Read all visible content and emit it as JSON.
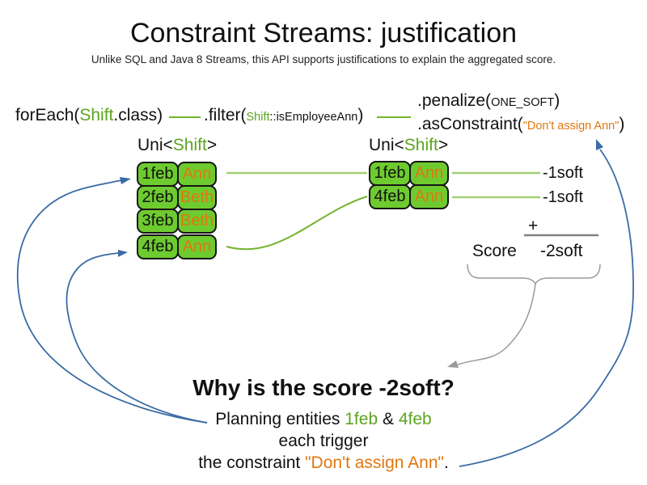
{
  "colors": {
    "green_box": "#6ecb2f",
    "green_text": "#5ba51e",
    "green_line": "#74b42e",
    "green_line_light": "#a3d077",
    "orange_text": "#e0770e",
    "blue_arrow": "#3a6ba5",
    "gray_arrow": "#999999",
    "gray_line": "#808080",
    "text_dark": "#1a1a1a"
  },
  "header": {
    "title": "Constraint Streams: justification",
    "subtitle": "Unlike SQL and Java 8 Streams, this API supports justifications to explain the aggregated score."
  },
  "code": {
    "foreach_pre": "forEach(",
    "foreach_class": "Shift",
    "foreach_post": ".class)",
    "filter_pre": ".filter(",
    "filter_class": "Shift",
    "filter_post": "::isEmployeeAnn",
    "filter_close": ")",
    "penalize_pre": ".penalize(",
    "penalize_arg": "ONE_SOFT",
    "penalize_post": ")",
    "asconstraint_pre": ".asConstraint(",
    "asconstraint_arg": "\"Don't assign Ann\"",
    "asconstraint_post": ")"
  },
  "left_stream": {
    "type_pre": "Uni<",
    "type_name": "Shift",
    "type_post": ">",
    "rows": [
      {
        "date": "1feb",
        "employee": "Ann"
      },
      {
        "date": "2feb",
        "employee": "Beth"
      },
      {
        "date": "3feb",
        "employee": "Beth"
      },
      {
        "date": "4feb",
        "employee": "Ann"
      }
    ]
  },
  "right_stream": {
    "type_pre": "Uni<",
    "type_name": "Shift",
    "type_post": ">",
    "rows": [
      {
        "date": "1feb",
        "employee": "Ann"
      },
      {
        "date": "4feb",
        "employee": "Ann"
      }
    ],
    "penalties": [
      "-1soft",
      "-1soft"
    ]
  },
  "score_panel": {
    "operator": "+",
    "label": "Score",
    "value": "-2soft"
  },
  "justification": {
    "heading": "Why is the score -2soft?",
    "line1_pre": "Planning entities ",
    "line1_entity1": "1feb",
    "line1_mid": " & ",
    "line1_entity2": "4feb",
    "line2": "each trigger",
    "line3_pre": "the constraint ",
    "line3_quote": "\"Don't assign Ann\"",
    "line3_post": "."
  }
}
